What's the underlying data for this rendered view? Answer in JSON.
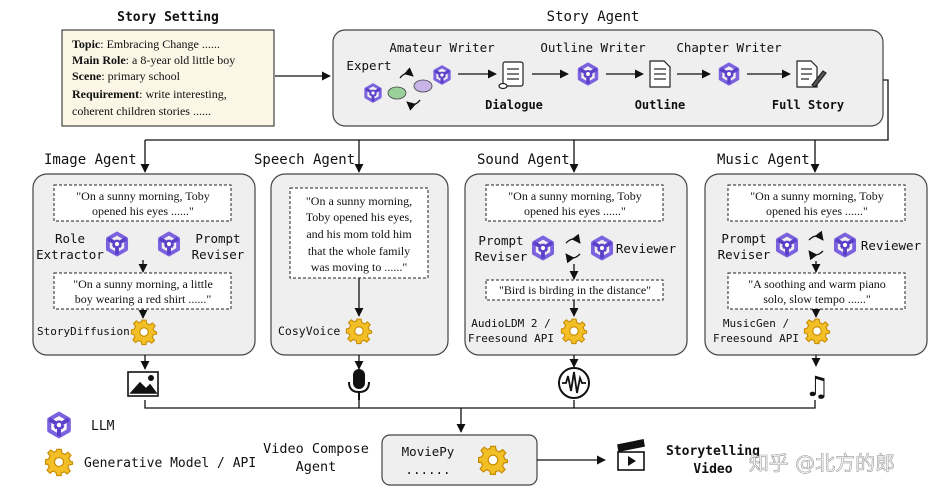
{
  "story_setting": {
    "title": "Story Setting",
    "topic_label": "Topic",
    "topic_value": ": Embracing Change ......",
    "role_label": "Main Role",
    "role_value": ": a 8-year old little boy",
    "scene_label": "Scene",
    "scene_value": ": primary school",
    "req_label": "Requirement",
    "req_value": ": write interesting,",
    "req_value2": "coherent children stories ......",
    "bg_color": "#fbf6e6"
  },
  "story_agent": {
    "title": "Story Agent",
    "expert": "Expert",
    "amateur_writer": "Amateur Writer",
    "outline_writer": "Outline Writer",
    "chapter_writer": "Chapter Writer",
    "dialogue": "Dialogue",
    "outline": "Outline",
    "full_story": "Full Story"
  },
  "image_agent": {
    "title": "Image Agent",
    "quote1_l1": "\"On a sunny morning, Toby",
    "quote1_l2": "opened his eyes ......\"",
    "role_extractor_l1": "Role",
    "role_extractor_l2": "Extractor",
    "prompt_reviser_l1": "Prompt",
    "prompt_reviser_l2": "Reviser",
    "quote2_l1": "\"On a sunny morning, a little",
    "quote2_l2": "boy wearing a red shirt ......\"",
    "model": "StoryDiffusion"
  },
  "speech_agent": {
    "title": "Speech Agent",
    "quote_l1": "\"On a sunny morning,",
    "quote_l2": "Toby opened his eyes,",
    "quote_l3": "and his mom told him",
    "quote_l4": "that the whole family",
    "quote_l5": "was moving to ......\"",
    "model": "CosyVoice"
  },
  "sound_agent": {
    "title": "Sound Agent",
    "quote1_l1": "\"On a sunny morning, Toby",
    "quote1_l2": "opened his eyes ......\"",
    "prompt_reviser_l1": "Prompt",
    "prompt_reviser_l2": "Reviser",
    "reviewer": "Reviewer",
    "quote2": "\"Bird is birding in the distance\"",
    "model_l1": "AudioLDM 2 /",
    "model_l2": "Freesound API"
  },
  "music_agent": {
    "title": "Music Agent",
    "quote1_l1": "\"On a sunny morning, Toby",
    "quote1_l2": "opened his eyes ......\"",
    "prompt_reviser_l1": "Prompt",
    "prompt_reviser_l2": "Reviser",
    "reviewer": "Reviewer",
    "quote2_l1": "\"A soothing and warm piano",
    "quote2_l2": "solo, slow tempo ......\"",
    "model_l1": "MusicGen /",
    "model_l2": "Freesound API"
  },
  "legend": {
    "llm": "LLM",
    "gen_model": "Generative Model / API"
  },
  "video_agent": {
    "title_l1": "Video Compose",
    "title_l2": "Agent",
    "tool": "MoviePy",
    "dots": "......",
    "output_l1": "Storytelling",
    "output_l2": "Video"
  },
  "watermark": "知乎 @北方的郎",
  "colors": {
    "llm_purple": "#6a4fd8",
    "gear_yellow": "#f2bf26",
    "gear_stroke": "#c78a00",
    "panel_gray": "#efefef",
    "expert_green": "#9ad09a",
    "expert_lilac": "#c9b4ea"
  },
  "icons": {
    "llm": "llm-logo-icon",
    "gen_model": "gear-icon",
    "image": "image-icon",
    "speech": "microphone-icon",
    "sound": "waveform-icon",
    "music": "music-notes-icon",
    "video": "clapperboard-icon"
  }
}
